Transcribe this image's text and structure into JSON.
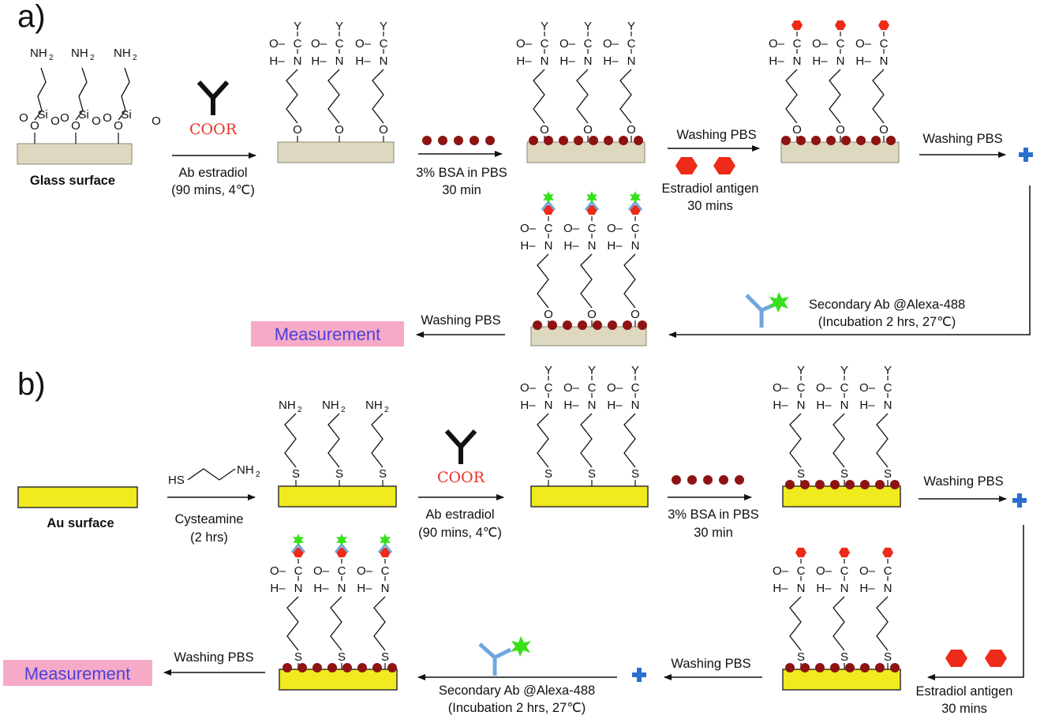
{
  "colors": {
    "glass_fill": "#ddd8c0",
    "glass_stroke": "#8c8670",
    "au_fill": "#f0ea1e",
    "bsa": "#8e1313",
    "antigen": "#ee2a18",
    "secondary_ab": "#6fa7dc",
    "alexa_dye": "#37e01a",
    "primary_ab_coor": "#e8332a",
    "blocker_plus": "#2a6fd0",
    "measurement_box": "#f7a9c8",
    "measurement_text": "#4a42d6"
  },
  "chem": {
    "nh2": "NH",
    "two": "2",
    "si": "Si",
    "o": "O",
    "s": "S",
    "hs": "HS",
    "y": "Y",
    "c": "C",
    "o_bond": "O–",
    "hn": "H–",
    "n": "N",
    "coor": "COOR"
  },
  "panel_a": {
    "label": "a)",
    "surface_label": "Glass surface",
    "step1_label": "Ab estradiol",
    "step1_sub": "(90 mins, 4℃)",
    "step2_label": "3% BSA in PBS",
    "step2_sub": "30 min",
    "step3_top": "Washing PBS",
    "step3_label": "Estradiol antigen",
    "step3_sub": "30 mins",
    "step4_top": "Washing PBS",
    "step5_label": "Secondary Ab @Alexa-488",
    "step5_sub": "(Incubation 2 hrs, 27℃)",
    "step6_top": "Washing PBS",
    "measurement": "Measurement"
  },
  "panel_b": {
    "label": "b)",
    "surface_label": "Au surface",
    "step1_label": "Cysteamine",
    "step1_sub": "(2 hrs)",
    "step2_label": "Ab estradiol",
    "step2_sub": "(90 mins, 4℃)",
    "step3_label": "3% BSA in PBS",
    "step3_sub": "30 min",
    "step4_top": "Washing PBS",
    "step5_label": "Estradiol antigen",
    "step5_sub": "30 mins",
    "step6_top": "Washing PBS",
    "step7_label": "Secondary Ab @Alexa-488",
    "step7_sub": "(Incubation 2 hrs, 27℃)",
    "step8_top": "Washing PBS",
    "measurement": "Measurement"
  }
}
